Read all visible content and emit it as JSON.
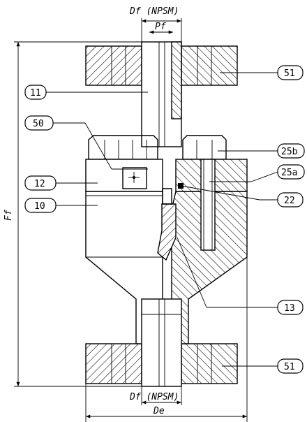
{
  "dimensions": {
    "df_top": "Df (NPSM)",
    "pf": "Pf",
    "ff": "Ff",
    "df_bottom": "Df (NPSM)",
    "de": "De"
  },
  "callouts": {
    "c11": "11",
    "c50": "50",
    "c12": "12",
    "c10": "10",
    "c51_top": "51",
    "c25b": "25b",
    "c25a": "25a",
    "c22": "22",
    "c13": "13",
    "c51_bottom": "51"
  }
}
